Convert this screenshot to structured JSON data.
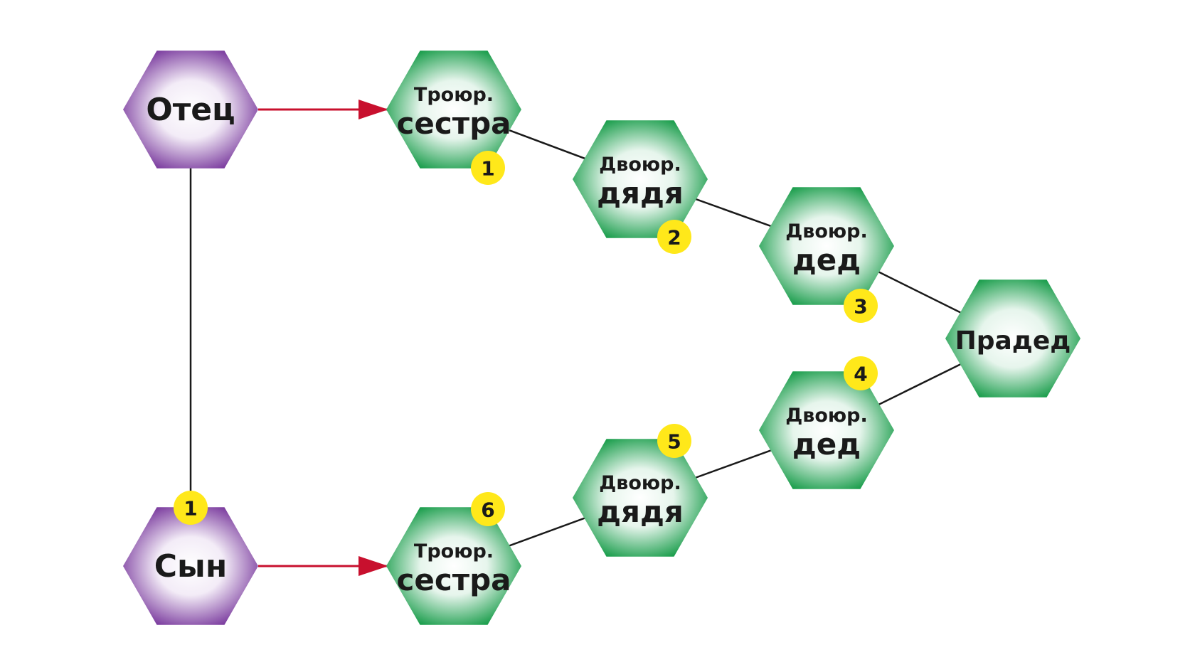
{
  "colors": {
    "person_fill_edge": "#7d3fa0",
    "person_fill_center": "#ffffff",
    "relative_fill_edge": "#1c9e4d",
    "relative_fill_center": "#ffffff",
    "arrow": "#c8102e",
    "connector": "#1a1a1a",
    "badge": "#ffe81a"
  },
  "nodes": [
    {
      "id": "father",
      "kind": "person",
      "lines": [
        "Отец"
      ]
    },
    {
      "id": "son",
      "kind": "person",
      "lines": [
        "Сын"
      ]
    },
    {
      "id": "cousin2-sister-top",
      "kind": "relative",
      "lines": [
        "Троюр.",
        "сестра"
      ]
    },
    {
      "id": "cousin-uncle-top",
      "kind": "relative",
      "lines": [
        "Двоюр.",
        "дядя"
      ]
    },
    {
      "id": "cousin-grandfather-top",
      "kind": "relative",
      "lines": [
        "Двоюр.",
        "дед"
      ]
    },
    {
      "id": "great-grandfather",
      "kind": "relative",
      "lines": [
        "Прадед"
      ]
    },
    {
      "id": "cousin-grandfather-bottom",
      "kind": "relative",
      "lines": [
        "Двоюр.",
        "дед"
      ]
    },
    {
      "id": "cousin-uncle-bottom",
      "kind": "relative",
      "lines": [
        "Двоюр.",
        "дядя"
      ]
    },
    {
      "id": "cousin2-sister-bottom",
      "kind": "relative",
      "lines": [
        "Троюр.",
        "сестра"
      ]
    }
  ],
  "arrows": [
    {
      "from": "father",
      "to": "cousin2-sister-top"
    },
    {
      "from": "son",
      "to": "cousin2-sister-bottom"
    }
  ],
  "connectors": [
    {
      "from": "father",
      "to": "son"
    },
    {
      "from": "cousin2-sister-top",
      "to": "cousin-uncle-top"
    },
    {
      "from": "cousin-uncle-top",
      "to": "cousin-grandfather-top"
    },
    {
      "from": "cousin-grandfather-top",
      "to": "great-grandfather"
    },
    {
      "from": "great-grandfather",
      "to": "cousin-grandfather-bottom"
    },
    {
      "from": "cousin-grandfather-bottom",
      "to": "cousin-uncle-bottom"
    },
    {
      "from": "cousin-uncle-bottom",
      "to": "cousin2-sister-bottom"
    }
  ],
  "badges": [
    {
      "id": "badge-son",
      "label": "1"
    },
    {
      "id": "badge-top-1",
      "label": "1"
    },
    {
      "id": "badge-top-2",
      "label": "2"
    },
    {
      "id": "badge-top-3",
      "label": "3"
    },
    {
      "id": "badge-bottom-4",
      "label": "4"
    },
    {
      "id": "badge-bottom-5",
      "label": "5"
    },
    {
      "id": "badge-bottom-6",
      "label": "6"
    }
  ]
}
